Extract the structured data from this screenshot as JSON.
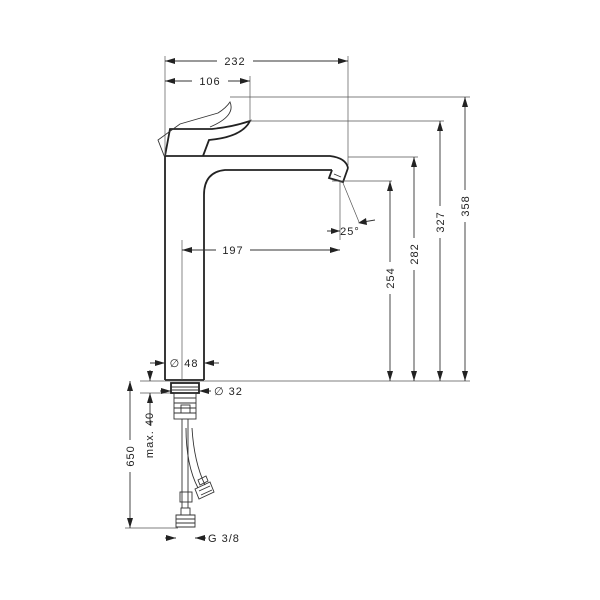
{
  "dimensions": {
    "overall_width": "232",
    "handle_width": "106",
    "spout_reach": "197",
    "outlet_angle": "25°",
    "outlet_height": "254",
    "spout_top_height": "282",
    "handle_top_height": "327",
    "total_height": "358",
    "body_diameter": "∅ 48",
    "shank_diameter": "∅ 32",
    "max_counter_thickness": "max. 40",
    "hose_length": "650",
    "connection_thread": "G 3/8"
  }
}
